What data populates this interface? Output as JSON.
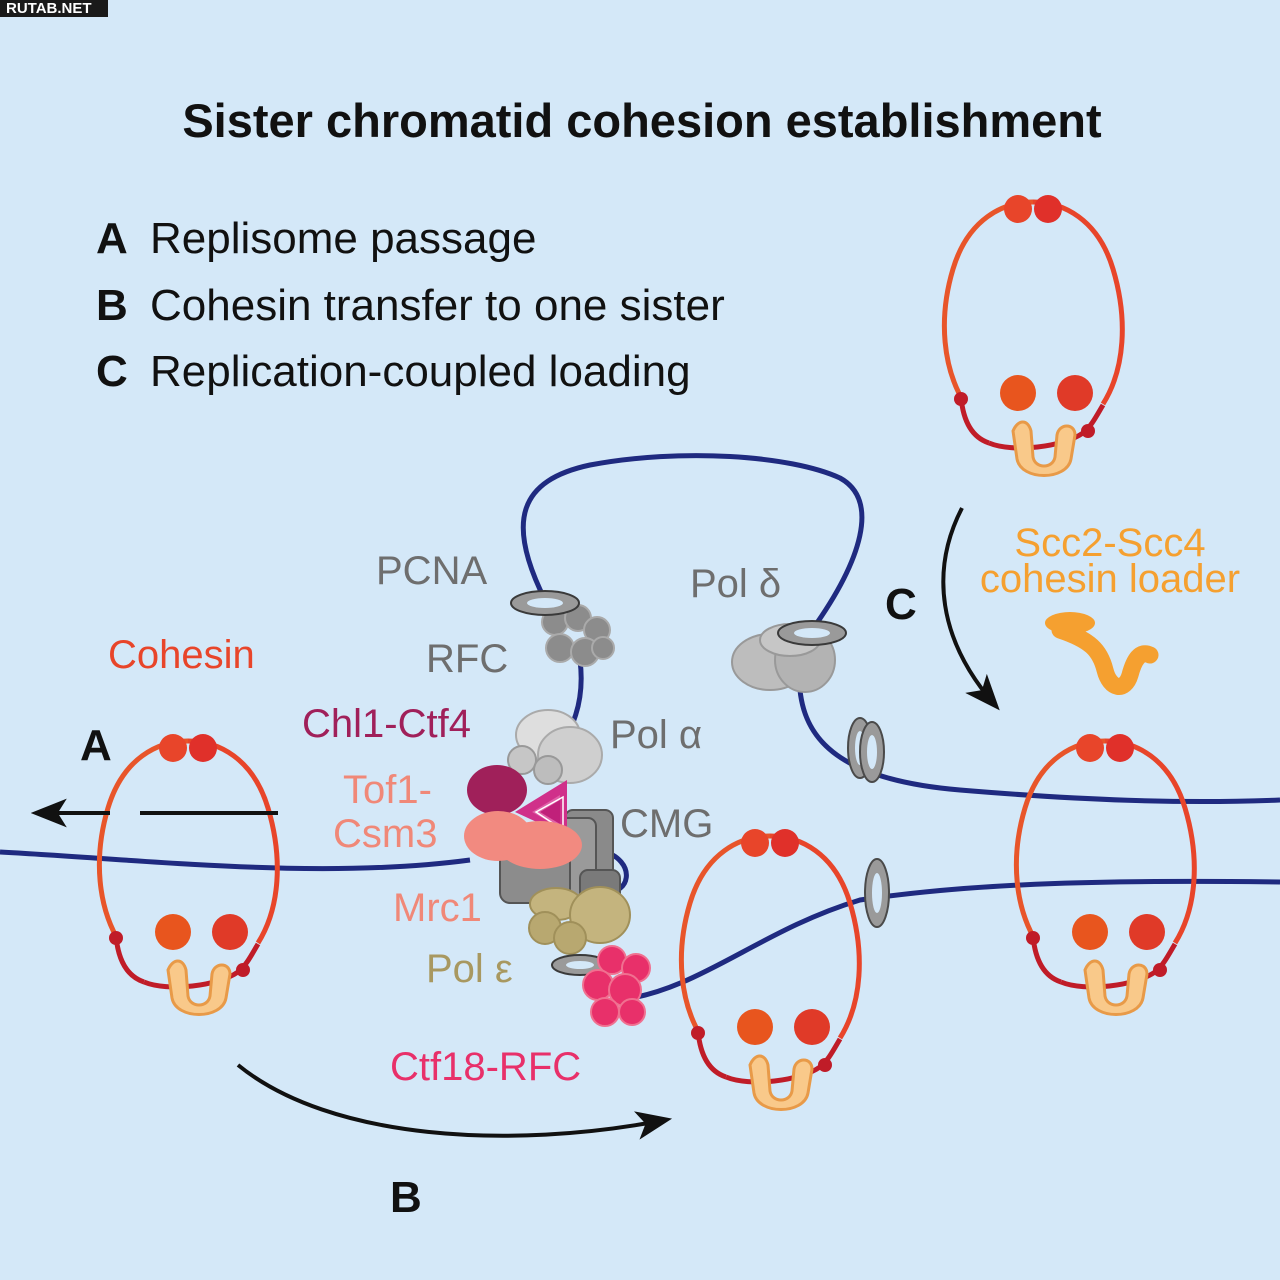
{
  "watermark": "RUTAB.NET",
  "title": "Sister chromatid cohesion establishment",
  "legend": [
    {
      "key": "A",
      "text": "Replisome passage"
    },
    {
      "key": "B",
      "text": "Cohesin transfer to one sister"
    },
    {
      "key": "C",
      "text": "Replication-coupled loading"
    }
  ],
  "labels": {
    "pcna": "PCNA",
    "rfc": "RFC",
    "pol_alpha": "Pol α",
    "pol_delta": "Pol δ",
    "cmg": "CMG",
    "chl1_ctf4": "Chl1-Ctf4",
    "tof1": "Tof1-",
    "csm3": "Csm3",
    "mrc1": "Mrc1",
    "pol_epsilon": "Pol ε",
    "ctf18_rfc": "Ctf18-RFC",
    "cohesin": "Cohesin",
    "loader_line1": "Scc2-Scc4",
    "loader_line2": "cohesin loader"
  },
  "arrow_labels": {
    "a": "A",
    "b": "B",
    "c": "C"
  },
  "colors": {
    "background": "#d4e8f8",
    "dna": "#1f2a80",
    "cohesin_ring": "#e84e2a",
    "cohesin_head": "#d42a20",
    "cohesin_hinge": "#e0452a",
    "kleisin": "#c01c28",
    "scc3": "#f9c98a",
    "loader": "#f5a030",
    "pcna": "#808080",
    "rfc": "#8c8c8c",
    "pol_alpha": "#cfcfcf",
    "pol_delta": "#b9b9b9",
    "cmg": "#8a8a8a",
    "chl1": "#a0205a",
    "ctf4": "#d0308a",
    "tof1_csm3": "#f28a80",
    "pol_epsilon": "#b8a870",
    "ctf18": "#e8306a",
    "label_grey": "#6e6e6e",
    "label_cohesin": "#e8452a",
    "label_loader": "#f5a030",
    "label_chl1": "#a0205a",
    "label_tof1": "#f08878",
    "label_mrc1": "#f08878",
    "label_pol_epsilon": "#a89860",
    "label_ctf18": "#e8306a"
  }
}
